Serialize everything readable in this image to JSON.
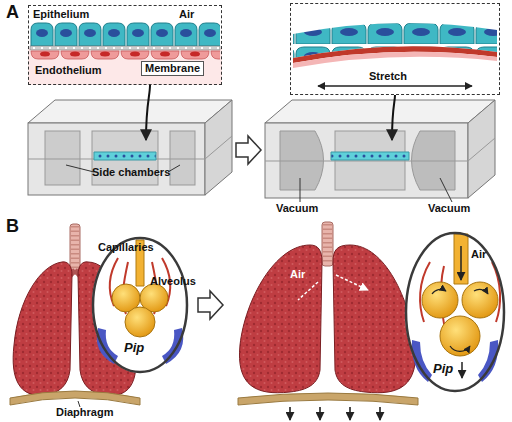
{
  "diagram": {
    "nodes": [
      {
        "text": [
          "Epithelium",
          "Air",
          "Endothelium",
          "Membrane"
        ]
      },
      {
        "text": [
          "Stretch"
        ]
      },
      {
        "text": [
          "Capillaries",
          "Alveolus",
          "Pip"
        ]
      },
      {
        "text": [
          "Air",
          "Pip"
        ]
      }
    ],
    "labels": [
      "A",
      "B",
      "Side chambers",
      "Vacuum",
      "Vacuum",
      "Diaphragm",
      "Air"
    ]
  }
}
